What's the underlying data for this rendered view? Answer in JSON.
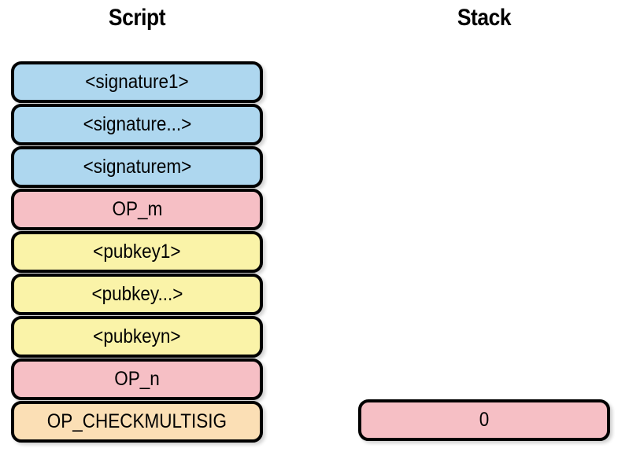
{
  "columns": {
    "script": {
      "header": "Script",
      "items": [
        {
          "label": "<signature1>",
          "kind": "sig"
        },
        {
          "label": "<signature...>",
          "kind": "sig"
        },
        {
          "label": "<signaturem>",
          "kind": "sig"
        },
        {
          "label": "OP_m",
          "kind": "op"
        },
        {
          "label": "<pubkey1>",
          "kind": "pubkey"
        },
        {
          "label": "<pubkey...>",
          "kind": "pubkey"
        },
        {
          "label": "<pubkeyn>",
          "kind": "pubkey"
        },
        {
          "label": "OP_n",
          "kind": "op"
        },
        {
          "label": "OP_CHECKMULTISIG",
          "kind": "checkmultisig"
        }
      ]
    },
    "stack": {
      "header": "Stack",
      "items": [
        {
          "label": "0",
          "kind": "stackval"
        }
      ]
    }
  },
  "colors": {
    "signature_fill": "#aed7ef",
    "opcode_fill": "#f6bfc5",
    "pubkey_fill": "#faf3a8",
    "checkmultisig_fill": "#fbdfb5",
    "border": "#000000",
    "background": "#ffffff"
  }
}
